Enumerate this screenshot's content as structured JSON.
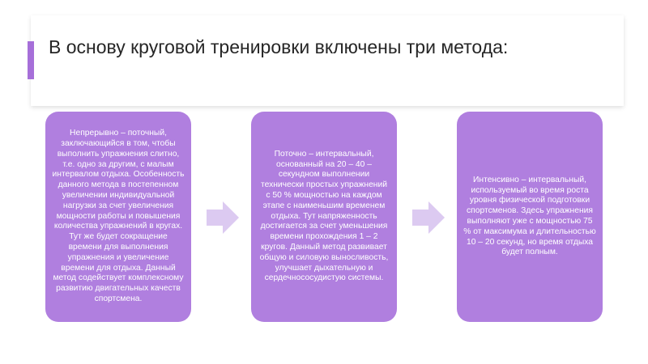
{
  "slide": {
    "title": "В основу круговой тренировки включены три метода:"
  },
  "colors": {
    "card_fill": "#b07fdf",
    "arrow_fill": "#dccaf1",
    "accent": "#a66fd9"
  },
  "cards": [
    {
      "text": "Непрерывно – поточный, заключающийся в том, чтобы выполнить упражнения слитно, т.е. одно за другим, с малым интервалом отдыха. Особенность данного метода в постепенном увеличении индивидуальной нагрузки за счет увеличения мощности работы и повышения количества упражнений в кругах. Тут же будет сокращение времени для выполнения упражнения и увеличение времени для отдыха. Данный метод содействует комплексному развитию двигательных качеств спортсмена."
    },
    {
      "text": "Поточно – интервальный, основанный на 20 – 40 – секундном выполнении технически простых упражнений с 50 % мощностью на каждом этапе с наименьшим временем отдыха. Тут напряженность достигается за счет уменьшения времени прохождения 1 – 2 кругов. Данный метод развивает общую и силовую выносливость, улучшает дыхательную и сердечнососудистую системы."
    },
    {
      "text": "Интенсивно – интервальный, используемый во время роста уровня физической подготовки спортсменов. Здесь упражнения выполняют уже с мощностью 75 % от максимума и длительностью 10 – 20 секунд, но время отдыха будет полным."
    }
  ],
  "arrows": [
    {
      "icon": "right-arrow-icon"
    },
    {
      "icon": "right-arrow-icon"
    }
  ]
}
